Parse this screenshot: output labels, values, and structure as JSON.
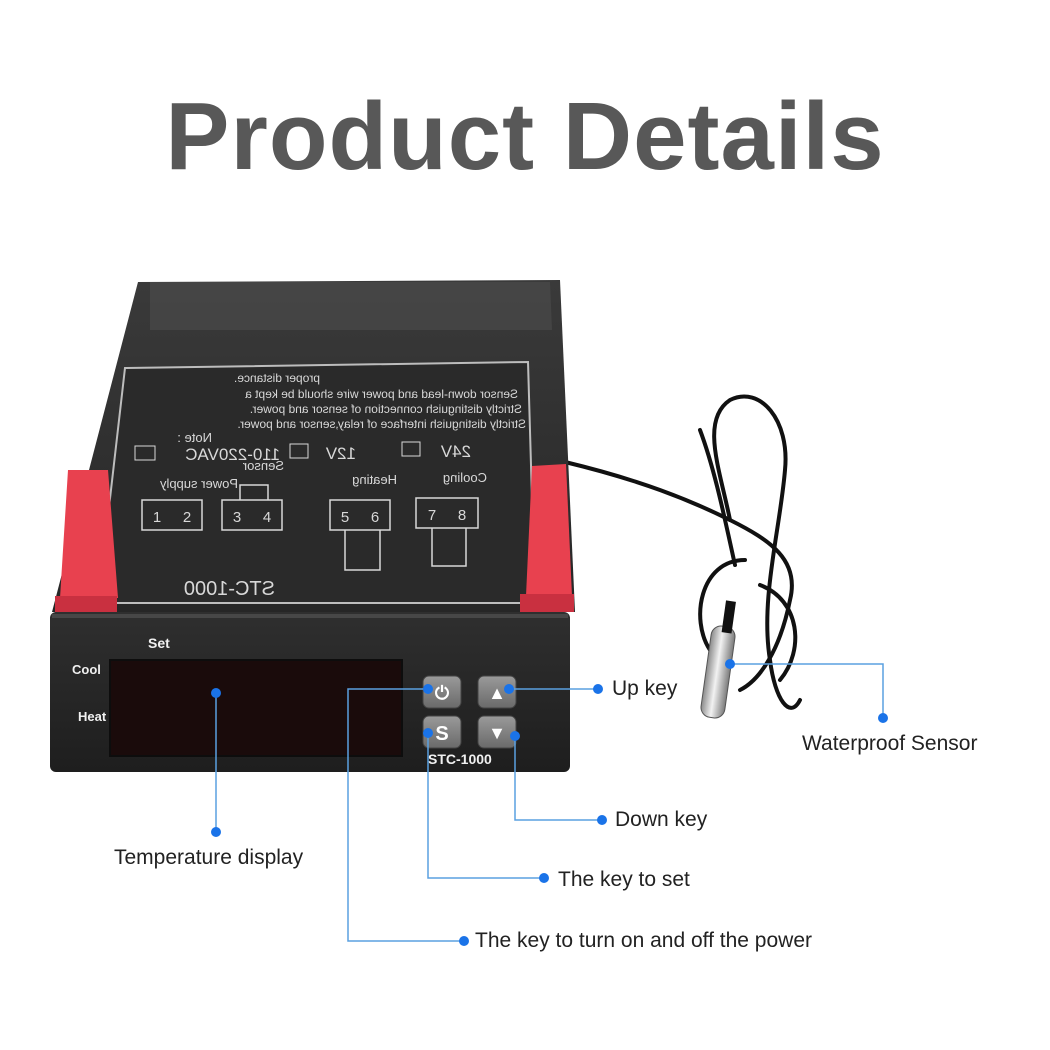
{
  "title": "Product Details",
  "device": {
    "model_top": "STC-1000",
    "model_front": "STC-1000",
    "front_set_label": "Set",
    "front_cool_label": "Cool",
    "front_heat_label": "Heat",
    "top_label": {
      "note_lines": [
        "proper distance.",
        "Sensor down-lead and power wire should be kept a",
        "Strictly distinguish connection of sensor and power.",
        "Strictly distinguish interface of relay,sensor and power."
      ],
      "note": "Note :",
      "voltage_options": [
        "110-220VAC",
        "12V",
        "24V"
      ],
      "terminal_groups": [
        "Power supply",
        "Sensor",
        "Heating",
        "Cooling"
      ],
      "terminals": [
        "1",
        "2",
        "3",
        "4",
        "5",
        "6",
        "7",
        "8"
      ]
    },
    "keys": {
      "power_glyph": "⏻",
      "set_glyph": "S",
      "up_glyph": "▲",
      "down_glyph": "▼"
    }
  },
  "callouts": {
    "up_key": "Up key",
    "waterproof_sensor": "Waterproof Sensor",
    "down_key": "Down key",
    "temperature_display": "Temperature display",
    "set_key": "The key to set",
    "power_key": "The key to turn on and off the power"
  },
  "colors": {
    "title": "#585858",
    "callout_line": "#5aa0e0",
    "callout_dot": "#1a73e8",
    "device_body": "#2b2b2b",
    "clip_red": "#e8414f",
    "display": "#1a0b0b"
  }
}
